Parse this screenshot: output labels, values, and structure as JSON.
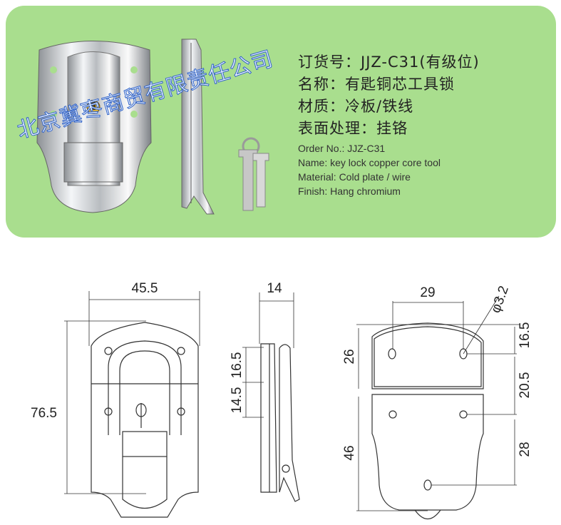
{
  "spec_cn": {
    "order": "订货号：JJZ-C31(有级位)",
    "name": "名称：有匙铜芯工具锁",
    "material": "材质：冷板/铁线",
    "finish": "表面处理：挂铬"
  },
  "spec_en": {
    "order": "Order No.:  JJZ-C31",
    "name": "Name: key lock copper core tool",
    "material": "Material: Cold plate / wire",
    "finish": "Finish: Hang chromium"
  },
  "watermark": "北京冀枣商贸有限责任公司",
  "dimensions": {
    "front_width": "45.5",
    "front_height": "76.5",
    "side_depth": "14",
    "side_upper": "16.5",
    "side_lower": "14.5",
    "hole_spacing": "29",
    "hole_diameter": "φ3.2",
    "top_plate_height": "26",
    "bottom_plate_height": "46",
    "right_top": "16.5",
    "right_mid": "20.5",
    "right_bottom": "28"
  },
  "colors": {
    "panel": "#a9de8e",
    "line": "#333333"
  }
}
